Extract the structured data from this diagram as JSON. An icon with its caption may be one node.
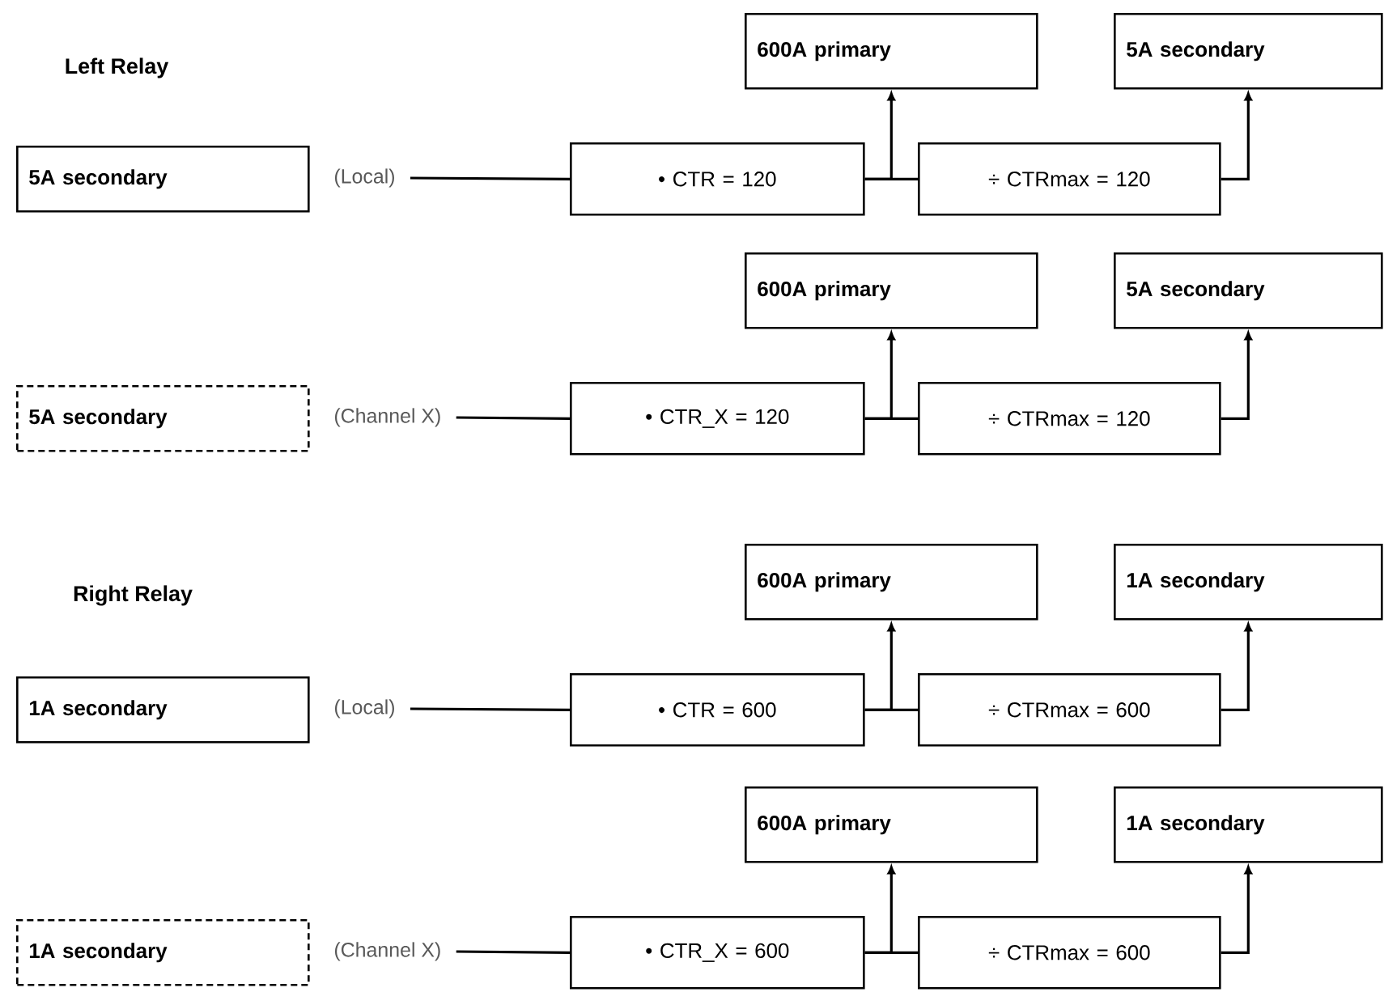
{
  "diagram": {
    "nodes": [
      {
        "text": [
          "600A primary"
        ]
      },
      {
        "text": [
          "5A secondary"
        ]
      },
      {
        "text": [
          "5A secondary"
        ]
      },
      {
        "text": [
          "(Local)"
        ]
      },
      {
        "text": [
          "• CTR = 120"
        ]
      },
      {
        "text": [
          "÷ CTRmax = 120"
        ]
      },
      {
        "text": [
          "600A primary"
        ]
      },
      {
        "text": [
          "5A secondary"
        ]
      },
      {
        "text": [
          "5A secondary"
        ]
      },
      {
        "text": [
          "(Channel X)"
        ]
      },
      {
        "text": [
          "• CTR_X = 120"
        ]
      },
      {
        "text": [
          "÷ CTRmax = 120"
        ]
      },
      {
        "text": [
          "600A primary"
        ]
      },
      {
        "text": [
          "1A secondary"
        ]
      },
      {
        "text": [
          "1A secondary"
        ]
      },
      {
        "text": [
          "(Local)"
        ]
      },
      {
        "text": [
          "• CTR =  600"
        ]
      },
      {
        "text": [
          "÷ CTRmax = 600"
        ]
      },
      {
        "text": [
          "600A primary"
        ]
      },
      {
        "text": [
          "1A secondary"
        ]
      },
      {
        "text": [
          "1A secondary"
        ]
      },
      {
        "text": [
          "(Channel X)"
        ]
      },
      {
        "text": [
          "• CTR_X = 600"
        ]
      },
      {
        "text": [
          "÷ CTRmax = 600"
        ]
      }
    ],
    "edges": [
      {
        "from": 3,
        "to": 4,
        "arrow": "none"
      },
      {
        "from": 4,
        "to": 5,
        "arrow": "none"
      },
      {
        "from": 4,
        "to": 0,
        "arrow": "to"
      },
      {
        "from": 5,
        "to": 1,
        "arrow": "to"
      },
      {
        "from": 9,
        "to": 10,
        "arrow": "none"
      },
      {
        "from": 10,
        "to": 11,
        "arrow": "none"
      },
      {
        "from": 10,
        "to": 6,
        "arrow": "to"
      },
      {
        "from": 11,
        "to": 7,
        "arrow": "to"
      },
      {
        "from": 15,
        "to": 16,
        "arrow": "none"
      },
      {
        "from": 16,
        "to": 17,
        "arrow": "none"
      },
      {
        "from": 16,
        "to": 12,
        "arrow": "to"
      },
      {
        "from": 17,
        "to": 13,
        "arrow": "to"
      },
      {
        "from": 21,
        "to": 22,
        "arrow": "none"
      },
      {
        "from": 22,
        "to": 23,
        "arrow": "none"
      },
      {
        "from": 22,
        "to": 18,
        "arrow": "to"
      },
      {
        "from": 23,
        "to": 19,
        "arrow": "to"
      }
    ],
    "labels": [
      "Left Relay",
      "Right Relay"
    ]
  }
}
